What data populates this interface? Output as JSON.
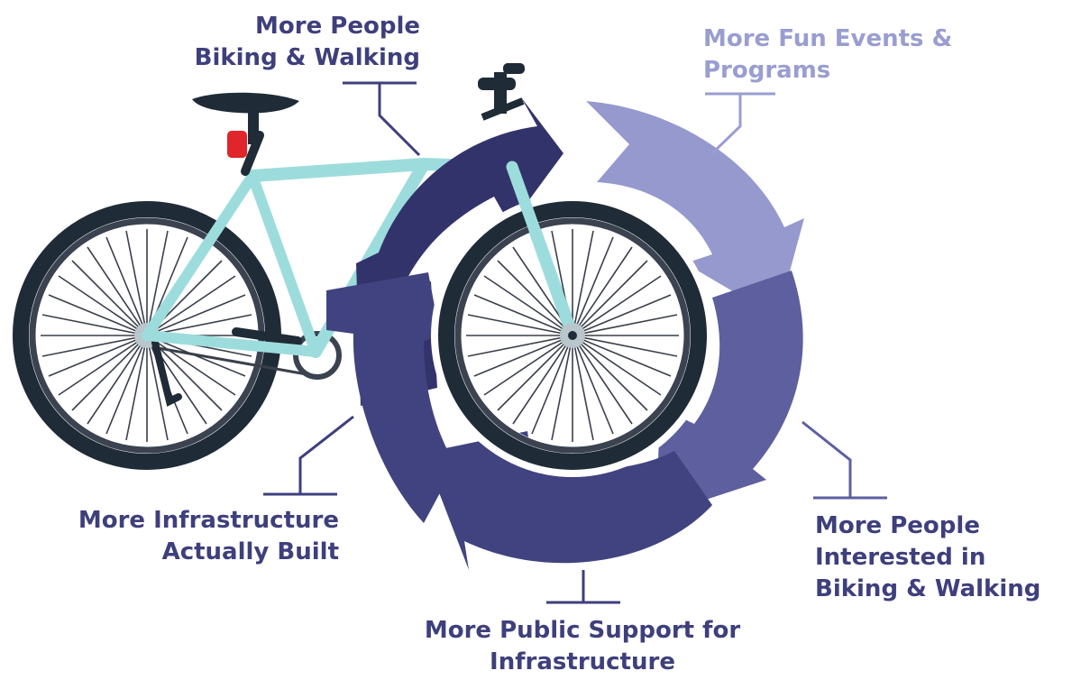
{
  "colors": {
    "navy": "#33336b",
    "indigo": "#414380",
    "violet": "#5d5f9f",
    "lavender": "#9699cd",
    "frame": "#9ddcdc",
    "tire": "#1f2b36",
    "rim": "#3b4250",
    "spoke": "#3a3f4a",
    "hub": "#b9c6cc",
    "text_dark": "#3e3f7c",
    "text_light": "#9a9dd0",
    "reflector": "#e0262b"
  },
  "labels": {
    "people_biking": [
      "More People",
      "Biking & Walking"
    ],
    "fun_events": [
      "More Fun Events &",
      "Programs"
    ],
    "interested": [
      "More People",
      "Interested in",
      "Biking & Walking"
    ],
    "public_support": [
      "More Public Support for",
      "Infrastructure"
    ],
    "infrastructure_built": [
      "More Infrastructure",
      "Actually Built"
    ]
  }
}
